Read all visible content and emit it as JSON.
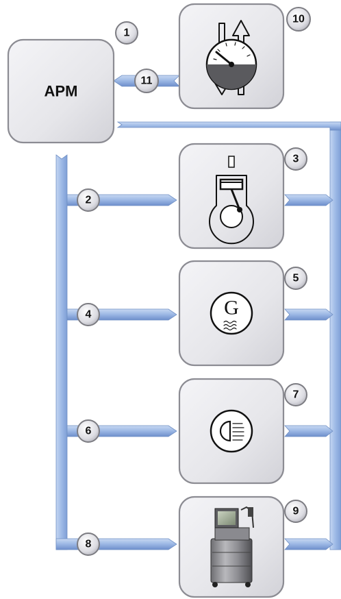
{
  "apm": {
    "label": "APM"
  },
  "badges": {
    "b1": "1",
    "b2": "2",
    "b3": "3",
    "b4": "4",
    "b5": "5",
    "b6": "6",
    "b7": "7",
    "b8": "8",
    "b9": "9",
    "b10": "10",
    "b11": "11"
  },
  "generator": {
    "symbol": "G"
  },
  "icons": {
    "gauge_box": "pressure-gauge-icon",
    "engine_box": "engine-piston-icon",
    "generator_box": "generator-icon",
    "lamp_box": "headlamp-icon",
    "tester_box": "diagnostic-tester-icon"
  },
  "colors": {
    "pipe_blue": "#9db9e6",
    "box_grey": "#e8e8ec",
    "outline_grey": "#8c8c93"
  }
}
